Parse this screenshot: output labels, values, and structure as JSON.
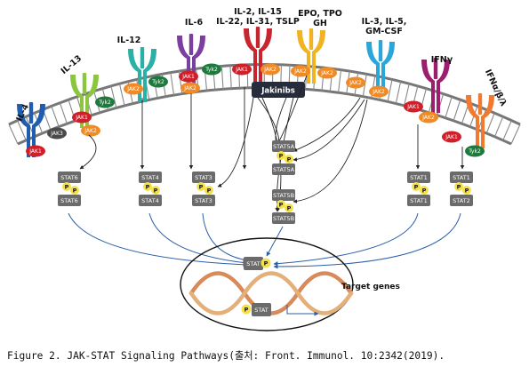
{
  "receptors": [
    {
      "lines": [
        "IL-4"
      ],
      "color": "#1f5db0",
      "jaks": [
        {
          "label": "JAK1",
          "color": "#cf1f2a"
        },
        {
          "label": "JAK3",
          "color": "#4a4a4a"
        }
      ]
    },
    {
      "lines": [
        "IL-13"
      ],
      "color": "#8cc63f",
      "jaks": [
        {
          "label": "JAK1",
          "color": "#cf1f2a"
        },
        {
          "label": "Tyk2",
          "color": "#1e7a3c"
        },
        {
          "label": "JAK2",
          "color": "#f08a24"
        }
      ]
    },
    {
      "lines": [
        "IL-12"
      ],
      "color": "#2ab0a4",
      "jaks": [
        {
          "label": "JAK2",
          "color": "#f08a24"
        },
        {
          "label": "Tyk2",
          "color": "#1e7a3c"
        }
      ]
    },
    {
      "lines": [
        "IL-6"
      ],
      "color": "#7b3fa0",
      "jaks": [
        {
          "label": "JAK1",
          "color": "#cf1f2a"
        },
        {
          "label": "Tyk2",
          "color": "#1e7a3c"
        },
        {
          "label": "JAK2",
          "color": "#f08a24"
        }
      ]
    },
    {
      "lines": [
        "IL-2, IL-15",
        "IL-22, IL-31, TSLP"
      ],
      "color": "#c8262e",
      "jaks": [
        {
          "label": "JAK1",
          "color": "#cf1f2a"
        },
        {
          "label": "JAK2",
          "color": "#f08a24"
        }
      ]
    },
    {
      "lines": [
        "EPO, TPO",
        "GH"
      ],
      "color": "#f0b323",
      "jaks": [
        {
          "label": "JAK2",
          "color": "#f08a24"
        },
        {
          "label": "JAK2",
          "color": "#f08a24"
        }
      ]
    },
    {
      "lines": [
        "IL-3, IL-5,",
        "GM-CSF"
      ],
      "color": "#2aa6d8",
      "jaks": [
        {
          "label": "JAK2",
          "color": "#f08a24"
        },
        {
          "label": "JAK2",
          "color": "#f08a24"
        }
      ]
    },
    {
      "lines": [
        "IFNγ"
      ],
      "color": "#9b1f6e",
      "jaks": [
        {
          "label": "JAK1",
          "color": "#cf1f2a"
        },
        {
          "label": "JAK2",
          "color": "#f08a24"
        }
      ]
    },
    {
      "lines": [
        "IFNα/β/λ"
      ],
      "color": "#f07a30",
      "jaks": [
        {
          "label": "JAK1",
          "color": "#cf1f2a"
        },
        {
          "label": "Tyk2",
          "color": "#1e7a3c"
        }
      ]
    }
  ],
  "jakinibs_label": "Jakinibs",
  "stats": [
    {
      "top": "STAT6",
      "bottom": "STAT6"
    },
    {
      "top": "STAT4",
      "bottom": "STAT4"
    },
    {
      "top": "STAT3",
      "bottom": "STAT3"
    },
    {
      "top": "STAT5A",
      "bottom": "STAT5A"
    },
    {
      "top": "STAT5B",
      "bottom": "STAT5B"
    },
    {
      "top": "STAT1",
      "bottom": "STAT1"
    },
    {
      "top": "STAT1",
      "bottom": "STAT2"
    }
  ],
  "phospho_label": "P",
  "nucleus": {
    "stat_label": "STAT",
    "target_genes": "Target genes"
  },
  "caption": "Figure 2. JAK-STAT Signaling Pathways(출처: Front. Immunol. 10:2342(2019)."
}
